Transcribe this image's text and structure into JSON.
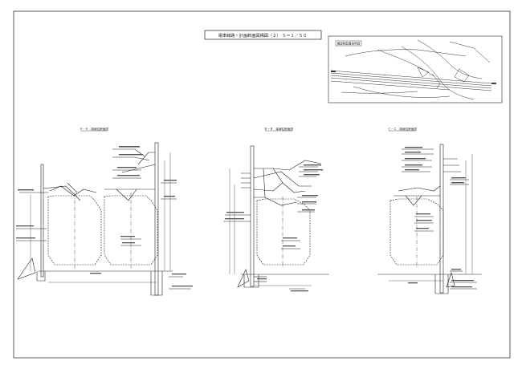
{
  "sheet": {
    "title": "電車線路・計画断面図構図（２）  Ｓ＝１／５０"
  },
  "key_map": {
    "title": "構造物配置説明図"
  },
  "sections": [
    {
      "label": "Ａ－Ａ　架線柱断面図"
    },
    {
      "label": "Ｂ－Ｂ　架線柱断面図"
    },
    {
      "label": "Ｃ－Ｃ　架線柱断面図"
    }
  ]
}
